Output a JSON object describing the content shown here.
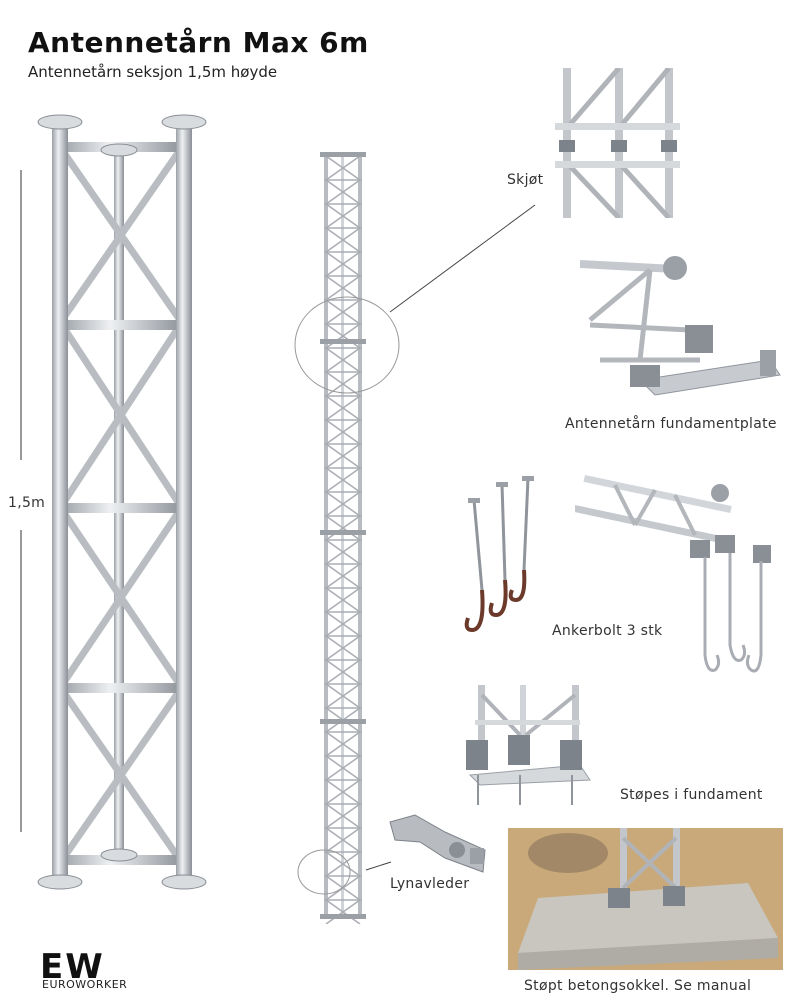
{
  "header": {
    "title": "Antennetårn Max 6m",
    "subtitle": "Antennetårn seksjon 1,5m høyde"
  },
  "dimension": {
    "height_label": "1,5m"
  },
  "callouts": {
    "joint": "Skjøt",
    "base_plate": "Antennetårn fundamentplate",
    "anchor_bolt": "Ankerbolt 3 stk",
    "cast_foundation": "Støpes i fundament",
    "lightning_rod": "Lynavleder",
    "concrete_base": "Støpt betongsokkel. Se manual"
  },
  "brand": {
    "logo_text": "EUROWORKER"
  },
  "colors": {
    "steel": "#c9ccd0",
    "steel_dark": "#8a8f96",
    "rust": "#6b3a2a",
    "concrete": "#c8c6bf",
    "sand": "#c9a97a"
  }
}
